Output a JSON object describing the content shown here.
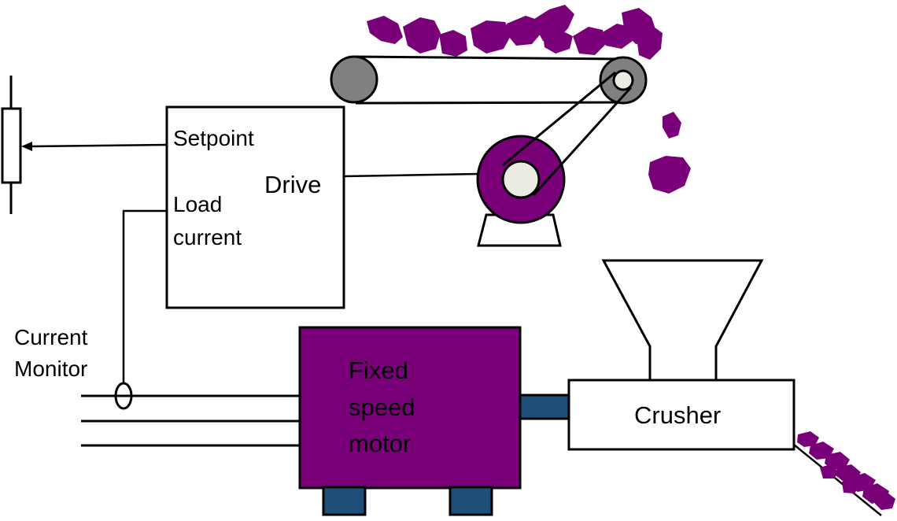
{
  "labels": {
    "setpoint": "Setpoint",
    "drive": "Drive",
    "load_line1": "Load",
    "load_line2": "current",
    "current_monitor_line1": "Current",
    "current_monitor_line2": "Monitor",
    "motor_line1": "Fixed",
    "motor_line2": "speed",
    "motor_line3": "motor",
    "crusher": "Crusher"
  },
  "colors": {
    "material": "#7a007a",
    "motor_fill": "#7a007a",
    "coupling_fill": "#1f4e79",
    "pulley_fill": "#808080",
    "hub_fill": "#ecebe3",
    "line": "#000000"
  }
}
